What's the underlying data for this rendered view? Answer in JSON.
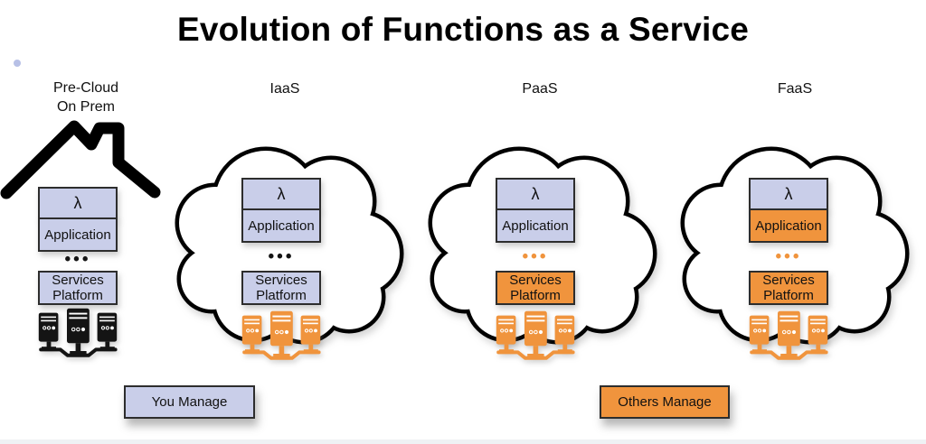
{
  "title": "Evolution of Functions as a Service",
  "columns": [
    {
      "id": "precloud",
      "header_line1": "Pre-Cloud",
      "header_line2": "On Prem",
      "lambda": "λ",
      "application": "Application",
      "services_line1": "Services",
      "services_line2": "Platform",
      "dots": "•••",
      "container": "house-roof",
      "managed": {
        "lambda": "you",
        "application": "you",
        "services_platform": "you",
        "servers": "you"
      }
    },
    {
      "id": "iaas",
      "header_line1": "IaaS",
      "lambda": "λ",
      "application": "Application",
      "services_line1": "Services",
      "services_line2": "Platform",
      "dots": "•••",
      "container": "cloud",
      "managed": {
        "lambda": "you",
        "application": "you",
        "services_platform": "you",
        "servers": "others"
      }
    },
    {
      "id": "paas",
      "header_line1": "PaaS",
      "lambda": "λ",
      "application": "Application",
      "services_line1": "Services",
      "services_line2": "Platform",
      "dots": "•••",
      "container": "cloud",
      "managed": {
        "lambda": "you",
        "application": "you",
        "services_platform": "others",
        "servers": "others"
      }
    },
    {
      "id": "faas",
      "header_line1": "FaaS",
      "lambda": "λ",
      "application": "Application",
      "services_line1": "Services",
      "services_line2": "Platform",
      "dots": "•••",
      "container": "cloud",
      "managed": {
        "lambda": "you",
        "application": "others",
        "services_platform": "others",
        "servers": "others"
      }
    }
  ],
  "legend": {
    "you_manage": "You Manage",
    "others_manage": "Others Manage"
  },
  "colors": {
    "you_manage_fill": "#c9cee9",
    "others_manage_fill": "#f0943d",
    "outline": "#2d2d2d",
    "server_dark": "#141414",
    "cloud_stroke": "#000000"
  }
}
